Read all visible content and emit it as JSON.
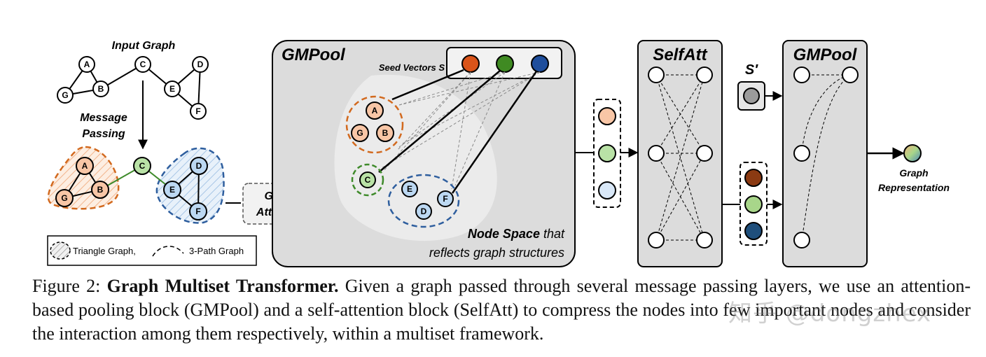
{
  "figure": {
    "input_graph_title": "Input Graph",
    "message_passing_line1": "Message",
    "message_passing_line2": "Passing",
    "nodes": {
      "a": "A",
      "b": "B",
      "c": "C",
      "d": "D",
      "e": "E",
      "f": "F",
      "g": "G"
    },
    "legend_triangle": "Triangle Graph,",
    "legend_path": "3-Path Graph",
    "graph_attention_line1": "Graph",
    "graph_attention_line2": "Attention",
    "gmpool_title": "GMPool",
    "seed_vectors_label": "Seed Vectors S",
    "node_space_bold": "Node Space",
    "node_space_rest": " that",
    "node_space_line2": "reflects graph structures",
    "selfatt_title": "SelfAtt",
    "s_prime": "S′",
    "gmpool2_title": "GMPool",
    "graph_rep_line1": "Graph",
    "graph_rep_line2": "Representation"
  },
  "colors": {
    "orange": "#f8c6a6",
    "orange_dash": "#d2691e",
    "green": "#b9e2a6",
    "green_dash": "#3e8a2a",
    "blue": "#bcd8f2",
    "blue_dash": "#2e5e9e",
    "seed_orange": "#d9541a",
    "seed_green": "#3f8a22",
    "seed_blue": "#1f4e9c",
    "dark_brown": "#8b3a12",
    "dark_blue": "#1f4f7c",
    "panel_gray": "#dcdcdc"
  },
  "caption": {
    "label": "Figure 2:",
    "title": "Graph Multiset Transformer.",
    "body": "Given a graph passed through several message passing layers, we use an attention-based pooling block (GMPool) and a self-attention block (SelfAtt) to compress the nodes into few important nodes and consider the interaction among them respectively, within a multiset framework."
  },
  "watermark": "知乎 @dongzhex"
}
